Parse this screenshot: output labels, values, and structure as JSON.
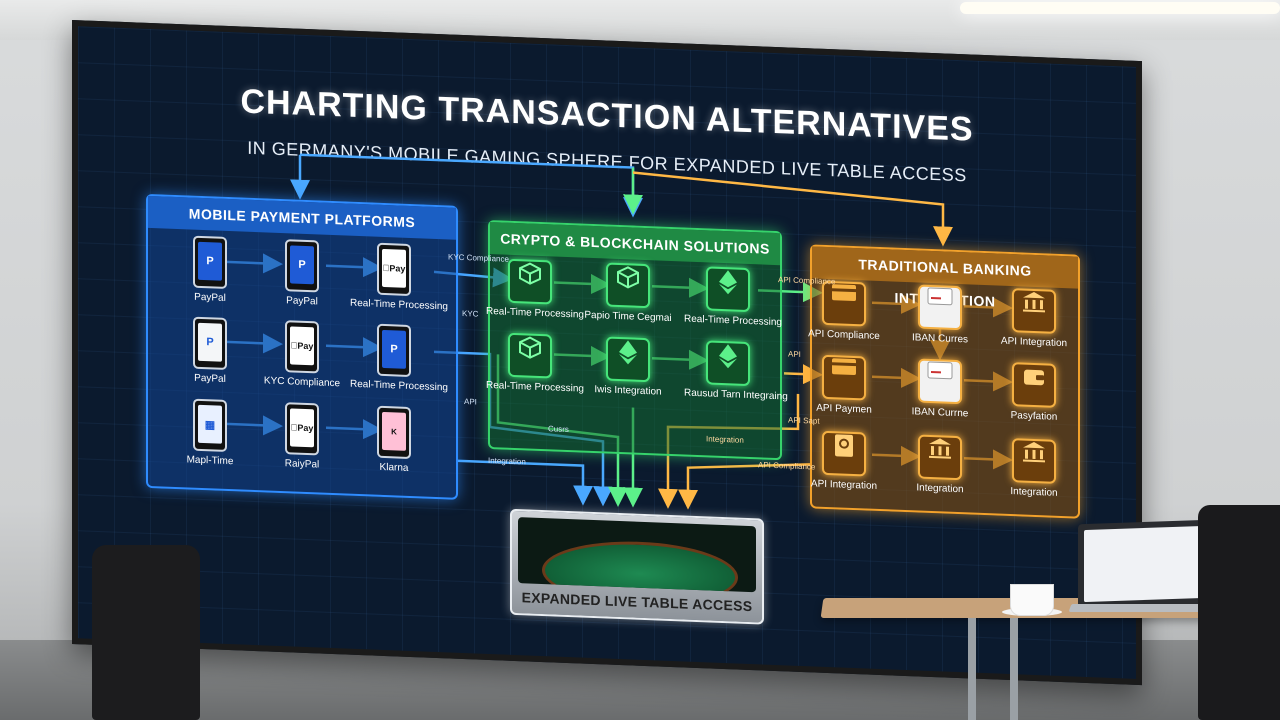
{
  "title": "CHARTING TRANSACTION ALTERNATIVES",
  "subtitle": "IN GERMANY'S MOBILE GAMING SPHERE FOR EXPANDED LIVE TABLE ACCESS",
  "panels": {
    "mobile": {
      "title": "MOBILE PAYMENT PLATFORMS",
      "color": "#2f8cff",
      "rows": [
        [
          "PayPal",
          "PayPal",
          "Real-Time Processing"
        ],
        [
          "PayPal",
          "KYC Compliance",
          "Real-Time Processing"
        ],
        [
          "Mapl-Time",
          "RaiyPal",
          "Klarna"
        ]
      ],
      "icons": [
        [
          "paypal-app-icon",
          "paypal-app-icon",
          "apple-pay-icon"
        ],
        [
          "paypal-app-icon",
          "apple-pay-icon",
          "paypal-app-icon"
        ],
        [
          "banking-app-icon",
          "apple-pay-icon",
          "klarna-app-icon"
        ]
      ]
    },
    "crypto": {
      "title": "CRYPTO & BLOCKCHAIN SOLUTIONS",
      "color": "#36d36b",
      "rows": [
        [
          "Real-Time Processing",
          "Papio Time Cegmai",
          "Real-Time Processing"
        ],
        [
          "Real-Time Processing",
          "Iwis Integration",
          "Rausud Tarn Integraing"
        ]
      ],
      "icons": [
        [
          "blockchain-cube-icon",
          "blockchain-cube-icon",
          "ethereum-icon"
        ],
        [
          "blockchain-cube-icon",
          "ethereum-icon",
          "ethereum-icon"
        ]
      ]
    },
    "banking": {
      "title": "TRADITIONAL BANKING INTEGRATION",
      "color": "#f2a12b",
      "rows": [
        [
          "API Compliance",
          "IBAN Curres",
          "API Integration"
        ],
        [
          "API Paymen",
          "IBAN Currne",
          "Pasyfation"
        ],
        [
          "API Integration",
          "Integration",
          "Integration"
        ]
      ],
      "icons": [
        [
          "card-icon",
          "card-icon",
          "bank-icon"
        ],
        [
          "card-icon",
          "card-icon",
          "wallet-icon"
        ],
        [
          "passport-icon",
          "bank-icon",
          "bank-icon"
        ]
      ]
    }
  },
  "connectors": {
    "kyc_1": "KYC Compliance",
    "kyc_2": "KYC",
    "api_1": "API Compliance",
    "api_2": "API",
    "api_3": "API",
    "api_4": "API Sapt",
    "api_5": "API Compliance",
    "integration_1": "Integration",
    "integration_2": "Integration",
    "cusrs": "Cusrs"
  },
  "destination": {
    "label": "EXPANDED LIVE TABLE ACCESS"
  },
  "colors": {
    "blue": "#2f8cff",
    "green": "#36d36b",
    "orange": "#f2a12b",
    "screen": "#0b1a2e"
  }
}
